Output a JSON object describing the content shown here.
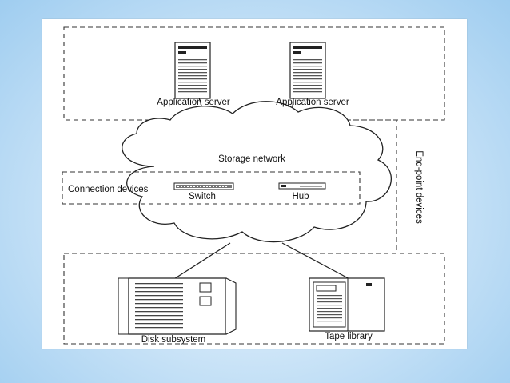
{
  "labels": {
    "app_server_left": "Application server",
    "app_server_right": "Application server",
    "storage_network": "Storage network",
    "connection_devices": "Connection devices",
    "switch": "Switch",
    "hub": "Hub",
    "disk_subsystem": "Disk subsystem",
    "tape_library": "Tape library",
    "end_point_devices": "End-point devices"
  }
}
